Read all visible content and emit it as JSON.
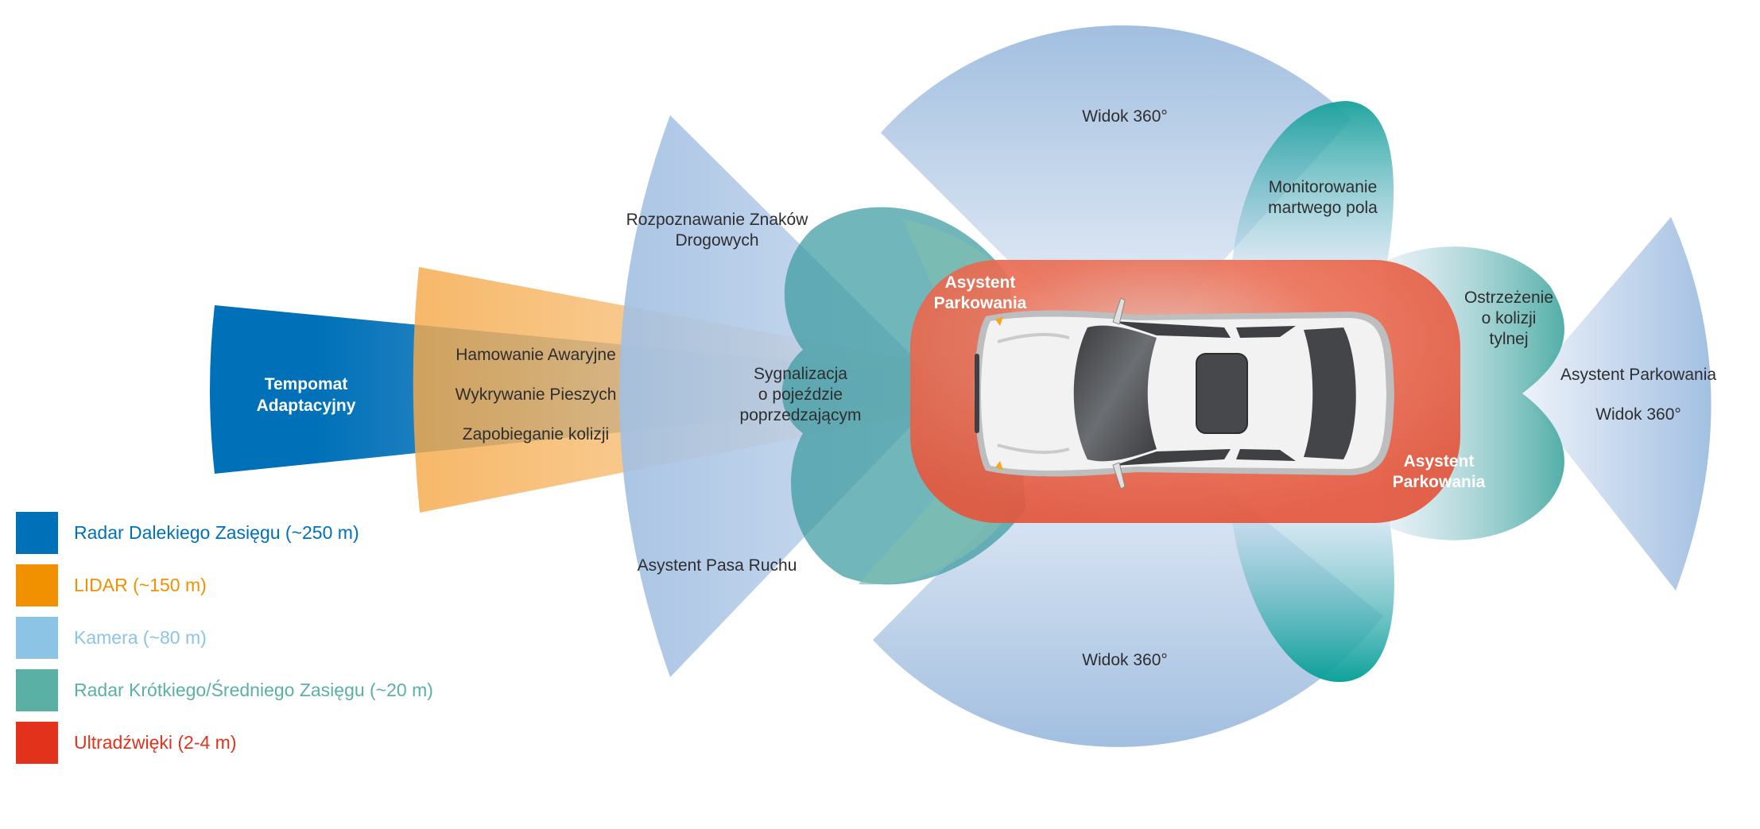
{
  "colors": {
    "long_range_radar": "#0071b8",
    "lidar": "#f29100",
    "camera": "#8cc4e6",
    "short_mid_radar": "#5bb0a6",
    "ultrasonic": "#e3321c",
    "text_dark": "#2e2e30",
    "text_light": "#ffffff"
  },
  "legend": {
    "items": [
      {
        "label": "Radar Dalekiego Zasięgu (~250 m)",
        "color": "#0071b8"
      },
      {
        "label": "LIDAR (~150 m)",
        "color": "#f29100"
      },
      {
        "label": "Kamera (~80 m)",
        "color": "#8cc4e6"
      },
      {
        "label": "Radar Krótkiego/Średniego Zasięgu (~20 m)",
        "color": "#5bb0a6"
      },
      {
        "label": "Ultradźwięki (2-4 m)",
        "color": "#e3321c"
      }
    ]
  },
  "labels": {
    "acc": [
      "Tempomat",
      "Adaptacyjny"
    ],
    "emergency_braking": "Hamowanie Awaryjne",
    "pedestrian_detection": "Wykrywanie Pieszych",
    "collision_avoidance": "Zapobieganie kolizji",
    "traffic_sign": [
      "Rozpoznawanie Znaków",
      "Drogowych"
    ],
    "lane_assist": "Asystent Pasa Ruchu",
    "cross_traffic": [
      "Sygnalizacja",
      "o pojeździe",
      "poprzedzającym"
    ],
    "park_assist_front": [
      "Asystent",
      "Parkowania"
    ],
    "park_assist_rear": [
      "Asystent",
      "Parkowania"
    ],
    "surround_top": "Widok 360°",
    "surround_bottom": "Widok 360°",
    "blind_spot": [
      "Monitorowanie",
      "martwego pola"
    ],
    "rear_collision": [
      "Ostrzeżenie",
      "o kolizji",
      "tylnej"
    ],
    "rear_park_assist": "Asystent Parkowania",
    "rear_surround": "Widok 360°"
  },
  "car": {
    "body_color": "#f2f2f2",
    "glass_color": "#3f4043",
    "indicator_color": "#f5a623"
  }
}
